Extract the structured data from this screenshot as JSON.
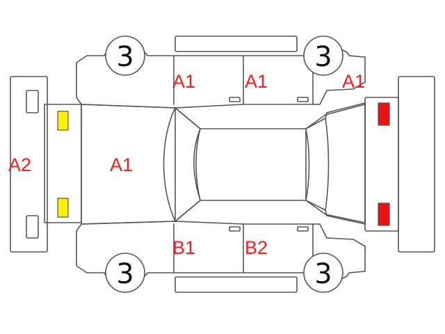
{
  "colors": {
    "outline": "#555555",
    "label": "#ff1a1a",
    "front_lamps": "#ffee00",
    "rear_lamps": "#ee1111",
    "wheel_number": "#111111"
  },
  "wheels": {
    "front_left": "3",
    "rear_left": "3",
    "front_right": "3",
    "rear_right": "3"
  },
  "labels": {
    "front_left_door": "A1",
    "rear_left_door": "A1",
    "rear_left_quarter": "A1",
    "front_bumper": "A2",
    "hood": "A1",
    "front_right_door": "B1",
    "rear_right_door": "B2"
  }
}
